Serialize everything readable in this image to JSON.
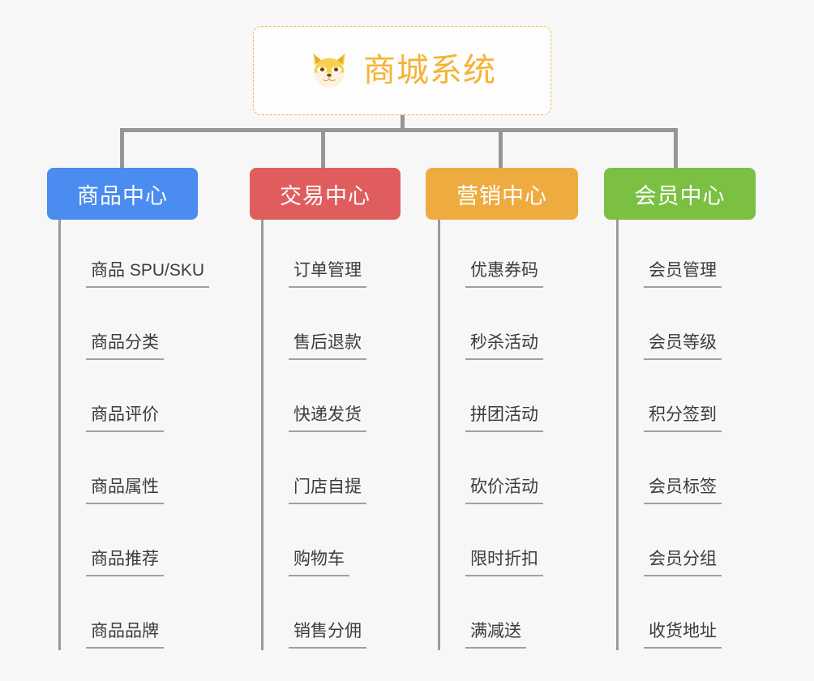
{
  "root": {
    "title": "商城系统",
    "logo_icon": "shiba-inu-icon",
    "border_color": "#f0b94a",
    "text_color": "#f5b335"
  },
  "canvas": {
    "background": "#f7f7f7",
    "connector_color": "#969696",
    "leaf_text_color": "#3b3b42",
    "leaf_rule_color": "#a0a0a0"
  },
  "columns": [
    {
      "id": "product-center",
      "label": "商品中心",
      "color": "#4a8cf0",
      "items": [
        "商品 SPU/SKU",
        "商品分类",
        "商品评价",
        "商品属性",
        "商品推荐",
        "商品品牌"
      ]
    },
    {
      "id": "trade-center",
      "label": "交易中心",
      "color": "#e05d5d",
      "items": [
        "订单管理",
        "售后退款",
        "快递发货",
        "门店自提",
        "购物车",
        "销售分佣"
      ]
    },
    {
      "id": "marketing-center",
      "label": "营销中心",
      "color": "#eeac40",
      "items": [
        "优惠券码",
        "秒杀活动",
        "拼团活动",
        "砍价活动",
        "限时折扣",
        "满减送"
      ]
    },
    {
      "id": "member-center",
      "label": "会员中心",
      "color": "#7bc043",
      "items": [
        "会员管理",
        "会员等级",
        "积分签到",
        "会员标签",
        "会员分组",
        "收货地址"
      ]
    }
  ]
}
